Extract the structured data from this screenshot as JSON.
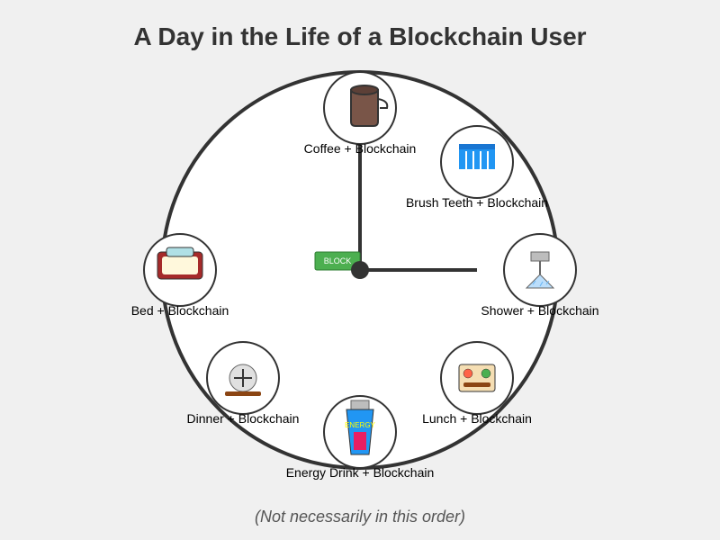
{
  "title": "A Day in the Life of a Blockchain User",
  "footer": "(Not necessarily in this order)",
  "center_badge": "BLOCK",
  "activities": [
    {
      "label": "Coffee + Blockchain",
      "icon": "coffee-mug-icon"
    },
    {
      "label": "Brush Teeth + Blockchain",
      "icon": "toothbrush-icon"
    },
    {
      "label": "Shower + Blockchain",
      "icon": "shower-icon"
    },
    {
      "label": "Lunch + Blockchain",
      "icon": "lunchbox-icon"
    },
    {
      "label": "Energy Drink + Blockchain",
      "icon": "energy-drink-icon",
      "can_text": "ENERGY"
    },
    {
      "label": "Dinner + Blockchain",
      "icon": "dinner-plate-icon"
    },
    {
      "label": "Bed + Blockchain",
      "icon": "bed-icon"
    }
  ],
  "colors": {
    "background": "#f0f0f0",
    "clock_face": "#ffffff",
    "outline": "#333333",
    "badge_green": "#4caf50",
    "coffee_brown": "#795548",
    "toothbrush_blue": "#2196f3",
    "energy_blue": "#2196f3",
    "energy_red": "#e91e63",
    "bed_red": "#a52a2a"
  }
}
